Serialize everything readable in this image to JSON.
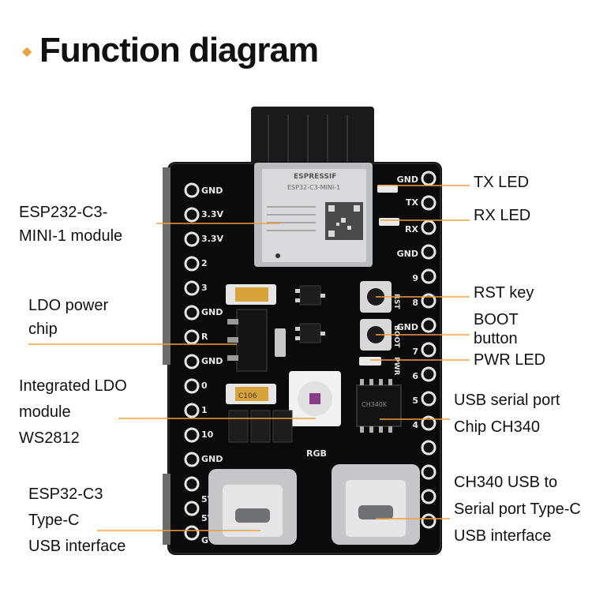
{
  "title": "Function diagram",
  "accent_color": "#f0a03a",
  "board": {
    "module_text": [
      "ESPRESSIF",
      "ESP32-C3-MINI-1"
    ],
    "left_pins": [
      "GND",
      "3.3V",
      "3.3V",
      "2",
      "3",
      "GND",
      "R",
      "GND",
      "0",
      "1",
      "10",
      "GND",
      "5V",
      "5V",
      "G"
    ],
    "right_pins": [
      "GND",
      "TX",
      "RX",
      "GND",
      "9",
      "8",
      "GND",
      "7",
      "6",
      "5",
      "4",
      "",
      "",
      "",
      ""
    ],
    "rst_label": "RST",
    "boot_label": "BOOT",
    "pwr_label": "PWR",
    "rgb_label": "RGB",
    "cap_label": "C106",
    "chip_label": "CH340K"
  },
  "callouts": {
    "tx_led": "TX LED",
    "rx_led": "RX LED",
    "rst_key": "RST key",
    "boot_button": [
      "BOOT",
      "button"
    ],
    "pwr_led": "PWR LED",
    "usb_chip": [
      "USB serial port",
      "Chip CH340"
    ],
    "ch340_usb": [
      "CH340 USB to",
      "Serial port Type-C",
      "USB interface"
    ],
    "esp_module": [
      "ESP232-C3-",
      "MINI-1 module"
    ],
    "ldo_chip": [
      "LDO power",
      "chip"
    ],
    "integrated_ldo": [
      "Integrated LDO",
      "module",
      "WS2812"
    ],
    "esp_usb": [
      "ESP32-C3",
      "Type-C",
      "USB interface"
    ]
  }
}
